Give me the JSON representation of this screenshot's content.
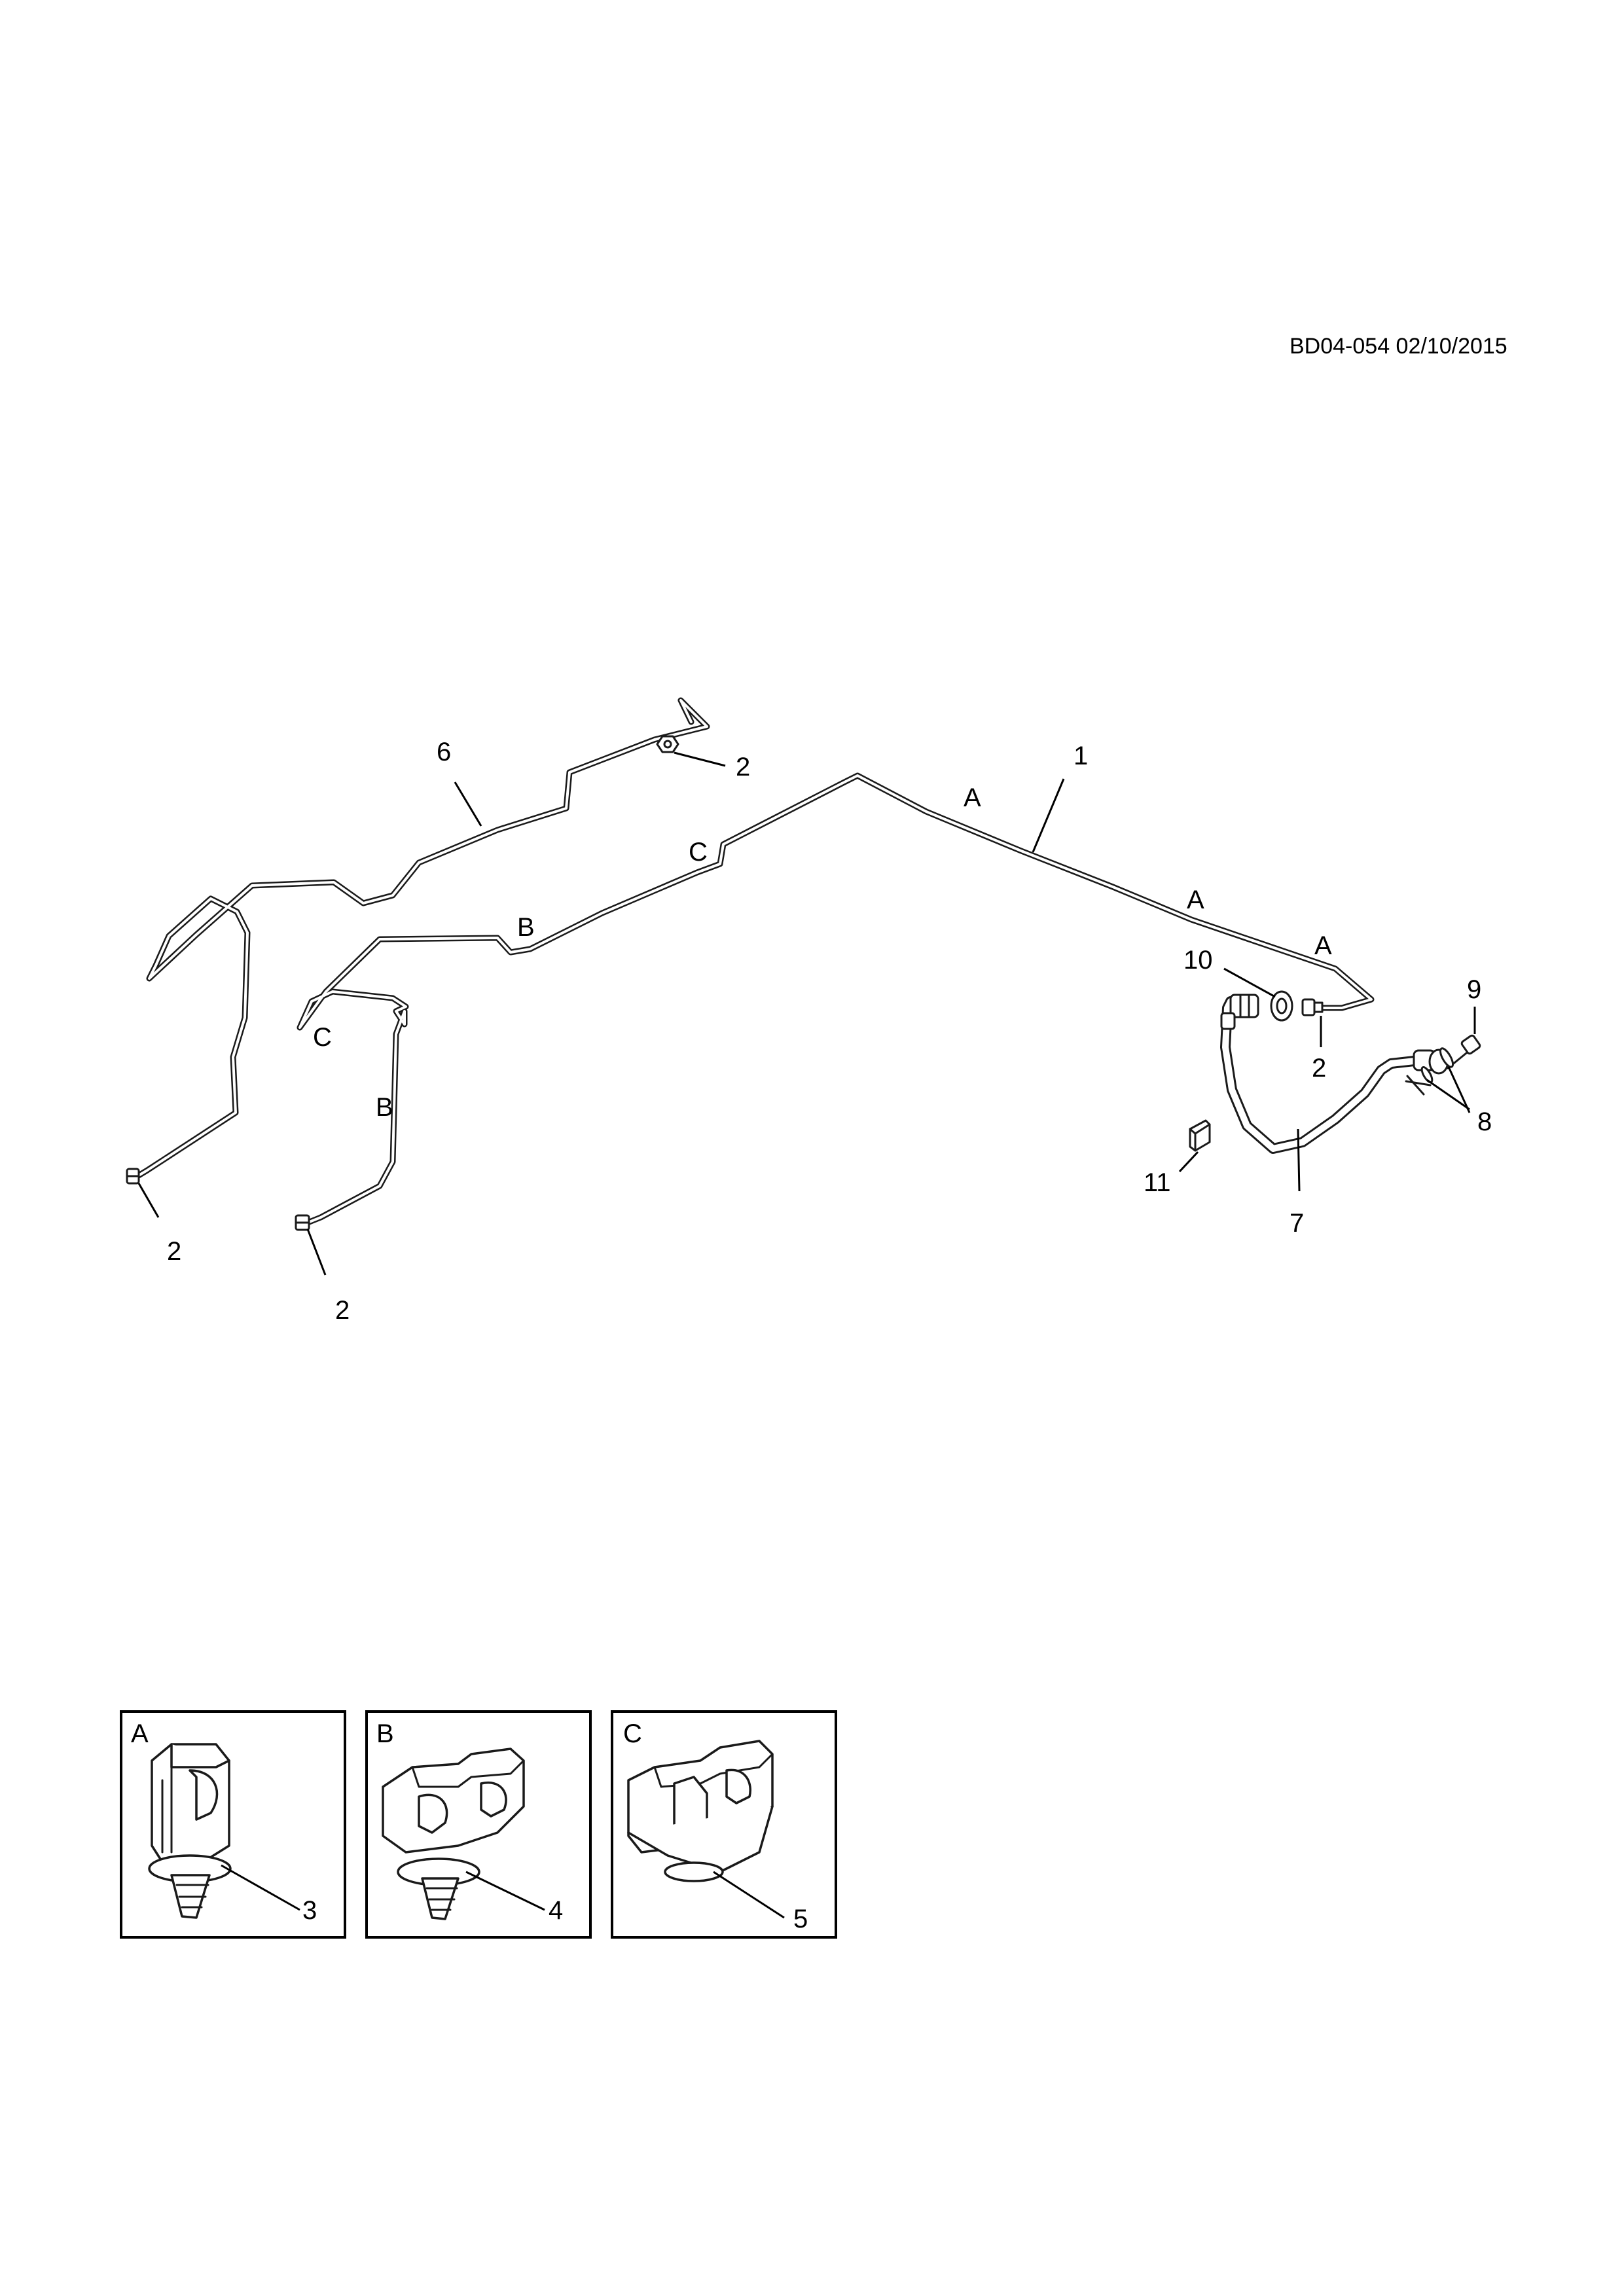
{
  "diagram_code": "BD04-054 02/10/2015",
  "callouts": {
    "pipe_main": "1",
    "nut_rear_left": "2",
    "nut_rear_right": "2",
    "nut_upper": "2",
    "nut_hose": "2",
    "clip_a": "3",
    "clip_b": "4",
    "clip_c": "5",
    "pipe_secondary": "6",
    "hose": "7",
    "washer": "8",
    "bolt": "9",
    "clip_retainer": "10",
    "bracket": "11"
  },
  "clip_positions": {
    "a1": "A",
    "a2": "A",
    "a3": "A",
    "b1": "B",
    "b2": "B",
    "c1": "C",
    "c2": "C"
  },
  "detail_panels": [
    {
      "letter": "A",
      "callout": "3"
    },
    {
      "letter": "B",
      "callout": "4"
    },
    {
      "letter": "C",
      "callout": "5"
    }
  ]
}
